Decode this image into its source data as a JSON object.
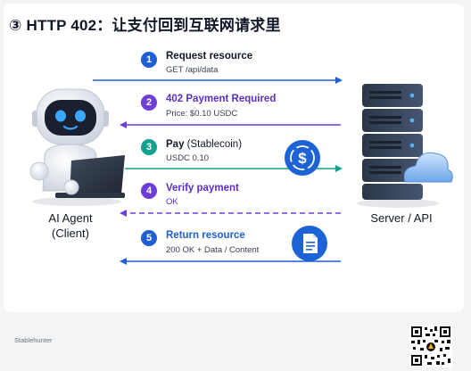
{
  "title": "③ HTTP 402：让支付回到互联网请求里",
  "left_actor": {
    "name": "AI Agent",
    "role": "(Client)"
  },
  "right_actor": {
    "name": "Server / API"
  },
  "steps": [
    {
      "num": "1",
      "title": "Request resource",
      "note": "",
      "sub": "GET /api/data",
      "color": "#1f5fd1",
      "direction": "right",
      "style": "solid"
    },
    {
      "num": "2",
      "title": "402 Payment Required",
      "note": "",
      "sub": "Price: $0.10 USDC",
      "color": "#6d3fd6",
      "direction": "left",
      "style": "solid"
    },
    {
      "num": "3",
      "title": "Pay",
      "note": " (Stablecoin)",
      "sub": "USDC 0.10",
      "color": "#13a08f",
      "direction": "right",
      "style": "solid"
    },
    {
      "num": "4",
      "title": "Verify payment",
      "note": "",
      "sub": "OK",
      "color": "#6d3fd6",
      "direction": "left",
      "style": "dashed"
    },
    {
      "num": "5",
      "title": "Return resource",
      "note": "",
      "sub": "200 OK + Data / Content",
      "color": "#1f5fd1",
      "direction": "left",
      "style": "solid"
    }
  ],
  "icons": {
    "step3": "dollar-coin-icon",
    "step5": "document-icon",
    "left": "robot-laptop-icon",
    "right": "server-cloud-icon"
  },
  "footer": {
    "brand": "Stablehunter"
  }
}
